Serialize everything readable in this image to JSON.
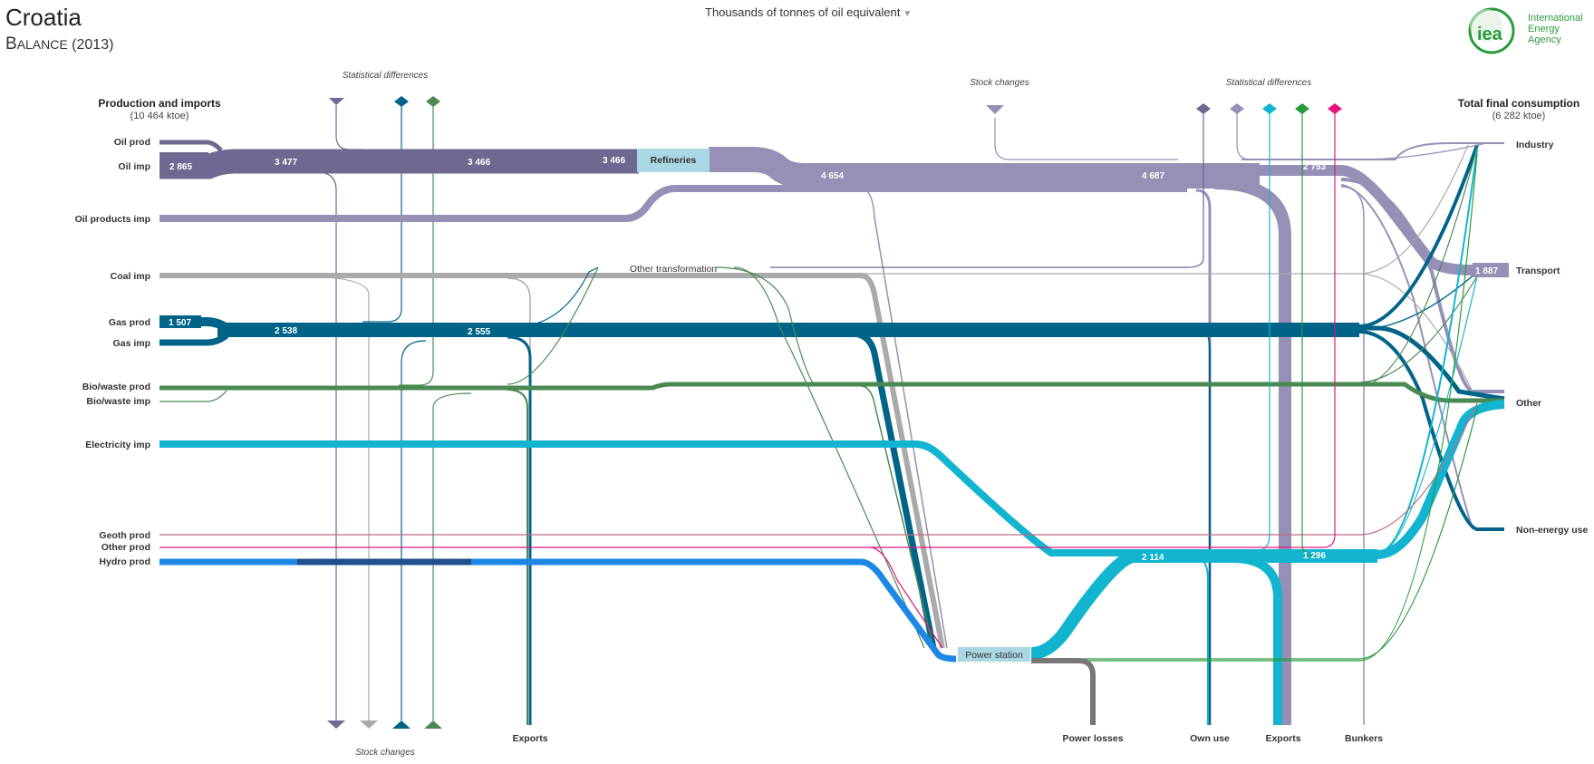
{
  "header": {
    "country": "Croatia",
    "balance_first": "B",
    "balance_rest": "alance",
    "year": "(2013)",
    "unit_label": "Thousands of tonnes of oil equivalent",
    "logo_line1": "International",
    "logo_line2": "Energy Agency",
    "logo_mark": "iea"
  },
  "colors": {
    "oil": "#6f6891",
    "oil_products": "#9690b6",
    "coal": "#aaaaaa",
    "gas": "#006489",
    "bio": "#4a8a52",
    "electricity": "#12b4cf",
    "hydro": "#1e87e5",
    "geoth": "#c26b86",
    "other": "#e6157d",
    "losses": "#777777",
    "node": "#a9d7e3",
    "green_logo": "#2a9b3b"
  },
  "left_column": {
    "title": "Production and imports",
    "total": "(10 464 ktoe)",
    "items": [
      "Oil prod",
      "Oil imp",
      "Oil products imp",
      "Coal imp",
      "Gas prod",
      "Gas imp",
      "Bio/waste prod",
      "Bio/waste imp",
      "Electricity imp",
      "Geoth prod",
      "Other prod",
      "Hydro prod"
    ]
  },
  "right_column": {
    "title": "Total final consumption",
    "total": "(6 282 ktoe)",
    "items": [
      "Industry",
      "Transport",
      "Other",
      "Non-energy use"
    ]
  },
  "nodes": {
    "refineries": "Refineries",
    "other_transformation": "Other transformation",
    "power_station": "Power station"
  },
  "top_markers": {
    "stat_diff_left": "Statistical differences",
    "stock_changes": "Stock  changes",
    "stat_diff_right": "Statistical differences"
  },
  "bottom_labels": {
    "exports_left": "Exports",
    "stock_changes_bottom": "Stock changes",
    "power_losses": "Power losses",
    "own_use": "Own use",
    "exports_right": "Exports",
    "bunkers": "Bunkers"
  },
  "values": {
    "oil_imp": "2 865",
    "oil_total": "3 477",
    "oil_mid": "3 466",
    "oil_refinery_in": "3 466",
    "oil_products_1": "4 654",
    "oil_products_2": "4 687",
    "oil_products_3": "2 753",
    "transport": "1 887",
    "gas_prod": "1 507",
    "gas_total": "2 538",
    "gas_mid": "2 555",
    "electricity_1": "2 114",
    "electricity_2": "1 296"
  }
}
